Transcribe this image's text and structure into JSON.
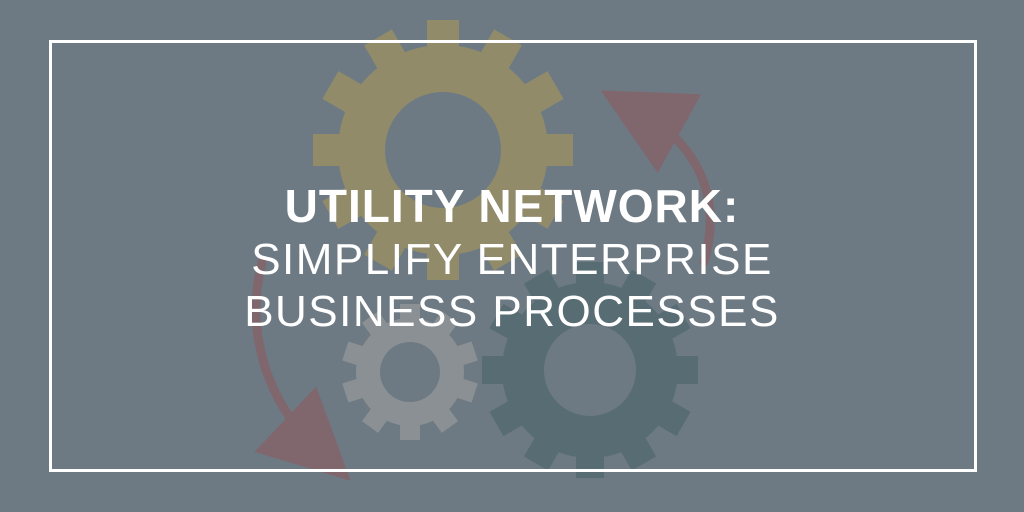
{
  "banner": {
    "title_bold": "UTILITY NETWORK:",
    "title_line2": "SIMPLIFY ENTERPRISE",
    "title_line3": "BUSINESS PROCESSES"
  },
  "colors": {
    "background": "#6d7a83",
    "gear_gold": "#a8965c",
    "gear_teal": "#4e646c",
    "gear_grey": "#9a9c9c",
    "arrow_red": "#8a5d62",
    "text": "#ffffff",
    "frame": "#ffffff"
  },
  "icons": [
    "gear-icon",
    "curved-arrow-icon"
  ]
}
